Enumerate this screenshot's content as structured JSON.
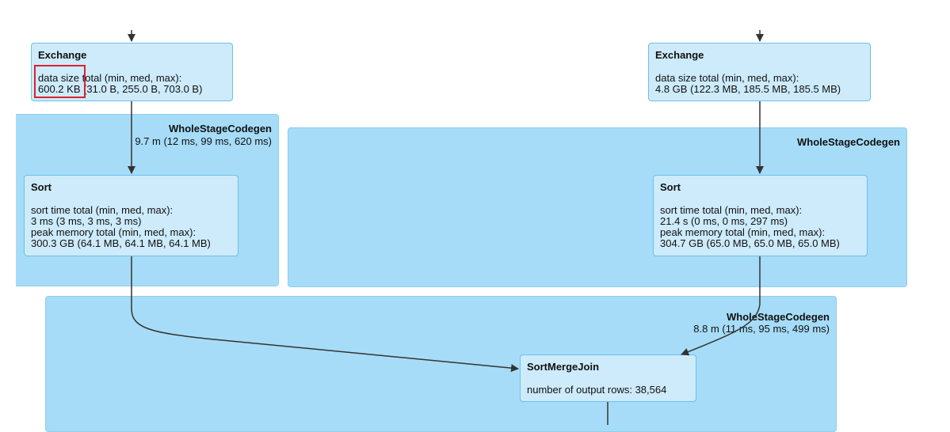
{
  "clusters": {
    "left": {
      "title": "WholeStageCodegen",
      "metric": "9.7 m (12 ms, 99 ms, 620 ms)"
    },
    "right": {
      "title": "WholeStageCodegen",
      "metric": ""
    },
    "bottom": {
      "title": "WholeStageCodegen",
      "metric": "8.8 m (11 ms, 95 ms, 499 ms)"
    }
  },
  "nodes": {
    "exchange_left": {
      "title": "Exchange",
      "lines": [
        "data size total (min, med, max):",
        "600.2 KB (31.0 B, 255.0 B, 703.0 B)"
      ]
    },
    "exchange_right": {
      "title": "Exchange",
      "lines": [
        "data size total (min, med, max):",
        "4.8 GB (122.3 MB, 185.5 MB, 185.5 MB)"
      ]
    },
    "sort_left": {
      "title": "Sort",
      "lines": [
        "sort time total (min, med, max):",
        "3 ms (3 ms, 3 ms, 3 ms)",
        "peak memory total (min, med, max):",
        "300.3 GB (64.1 MB, 64.1 MB, 64.1 MB)"
      ]
    },
    "sort_right": {
      "title": "Sort",
      "lines": [
        "sort time total (min, med, max):",
        "21.4 s (0 ms, 0 ms, 297 ms)",
        "peak memory total (min, med, max):",
        "304.7 GB (65.0 MB, 65.0 MB, 65.0 MB)"
      ]
    },
    "smj": {
      "title": "SortMergeJoin",
      "lines": [
        "number of output rows: 38,564"
      ]
    }
  },
  "colors": {
    "cluster_fill": "#a6dcf7",
    "node_fill": "#cdebfb",
    "node_border": "#6cc0eb",
    "highlight": "#d9232f",
    "edge": "#333333"
  }
}
